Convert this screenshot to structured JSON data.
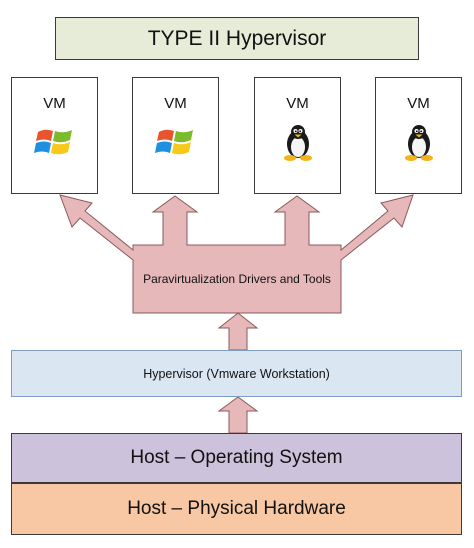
{
  "title": "TYPE II Hypervisor",
  "vms": [
    {
      "label": "VM",
      "icon": "windows-logo-icon"
    },
    {
      "label": "VM",
      "icon": "windows-logo-icon"
    },
    {
      "label": "VM",
      "icon": "linux-tux-icon"
    },
    {
      "label": "VM",
      "icon": "linux-tux-icon"
    }
  ],
  "paravirtualization": "Paravirtualization Drivers and Tools",
  "hypervisor": "Hypervisor (Vmware Workstation)",
  "host_os": "Host – Operating System",
  "host_hw": "Host – Physical Hardware",
  "colors": {
    "title_bg": "#e6ecd7",
    "paravirt_bg": "#e7b8b9",
    "hypervisor_bg": "#dbe6f3",
    "host_os_bg": "#cdc2dc",
    "host_hw_bg": "#f8c7a3",
    "arrow_fill": "#e7b8b9"
  }
}
